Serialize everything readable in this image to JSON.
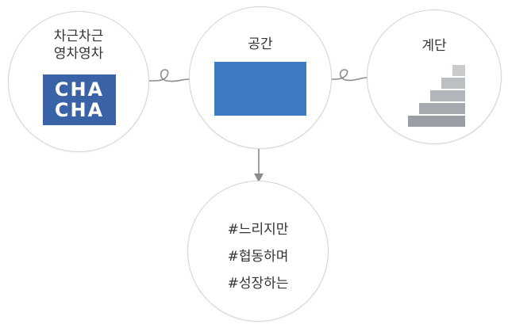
{
  "nodes": {
    "chacha": {
      "line1": "차근차근",
      "line2": "영차영차",
      "logo": [
        "CHA",
        "CHA"
      ]
    },
    "space": {
      "label": "공간"
    },
    "stairs": {
      "label": "계단"
    },
    "hashtags": [
      "#느리지만",
      "#협동하며",
      "#성장하는"
    ]
  },
  "colors": {
    "logo_bg": "#3a63a7",
    "space_fill": "#3d7cc4",
    "stair_gray": "#9a9ea4",
    "circle_border": "#d4d4d4",
    "connector": "#8c8c8c"
  },
  "icons": {
    "space": "blue-rectangle",
    "stairs": "staircase-icon",
    "connector": "loop-connector",
    "arrow": "arrow-down"
  }
}
